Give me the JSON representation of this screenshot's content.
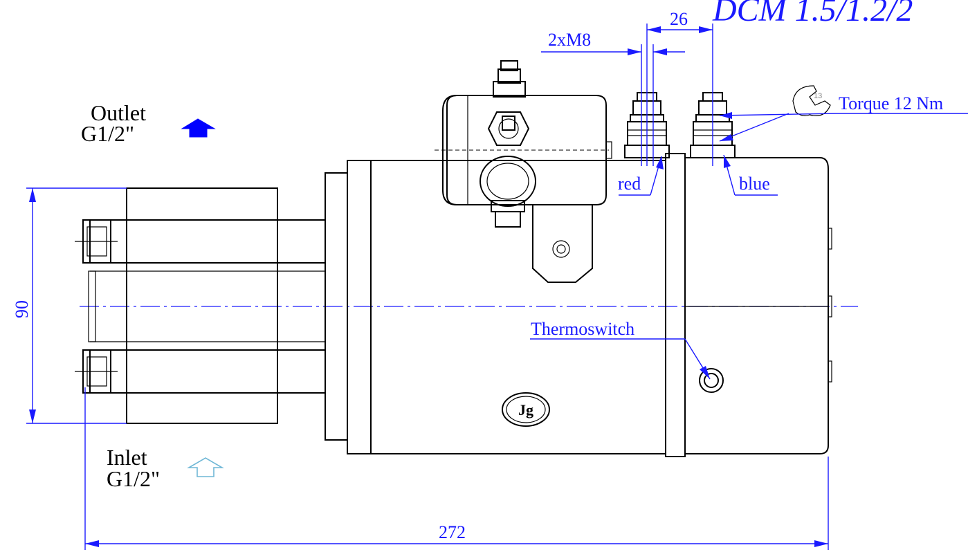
{
  "title": "DCM 1.5/1.2/2",
  "ports": {
    "outlet": {
      "label": "Outlet",
      "thread": "G1/2\""
    },
    "inlet": {
      "label": "Inlet",
      "thread": "G1/2\""
    }
  },
  "dimensions": {
    "height": "90",
    "length": "272",
    "terminal_spacing": "26",
    "terminal_thread": "2xM8"
  },
  "callouts": {
    "torque": "Torque 12 Nm",
    "wrench_size": "13",
    "terminal_red": "red",
    "terminal_blue": "blue",
    "thermoswitch": "Thermoswitch"
  },
  "colors": {
    "dimension": "#1a1aff",
    "outline": "#000000",
    "outlet_arrow": "#0000ff",
    "inlet_arrow": "#6fb7d6"
  }
}
